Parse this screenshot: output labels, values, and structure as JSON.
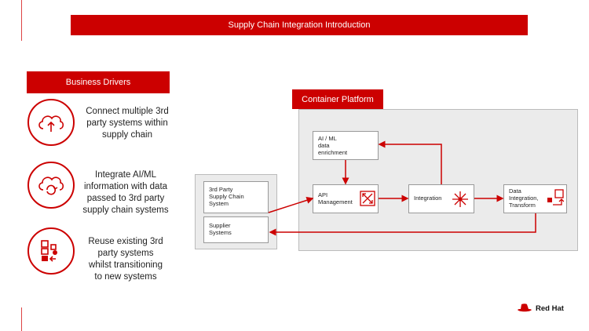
{
  "header": {
    "title": "Supply Chain Integration Introduction"
  },
  "business_drivers": {
    "title": "Business Drivers",
    "items": [
      {
        "icon": "cloud-upload-icon",
        "text_lines": [
          "Connect multiple 3rd",
          "party systems within",
          "supply chain"
        ]
      },
      {
        "icon": "cloud-sync-icon",
        "text_lines": [
          "Integrate AI/ML",
          "information with data",
          "passed to 3rd party",
          "supply chain systems"
        ]
      },
      {
        "icon": "modules-icon",
        "text_lines": [
          "Reuse existing 3rd",
          "party systems",
          "whilst transitioning",
          "to new systems"
        ]
      }
    ]
  },
  "diagram": {
    "container_title": "Container Platform",
    "external": {
      "supply_chain": [
        "3rd Party",
        "Supply Chain",
        "System"
      ],
      "supplier": [
        "Supplier",
        "Systems"
      ]
    },
    "nodes": {
      "aiml": [
        "AI / ML",
        "data",
        "enrichment"
      ],
      "api": [
        "API",
        "Management"
      ],
      "integration": [
        "Integration"
      ],
      "data_integration": [
        "Data",
        "Integration,",
        "Transform"
      ]
    }
  },
  "brand": {
    "name": "Red Hat"
  },
  "colors": {
    "accent": "#cc0000",
    "region": "#ebebeb"
  }
}
